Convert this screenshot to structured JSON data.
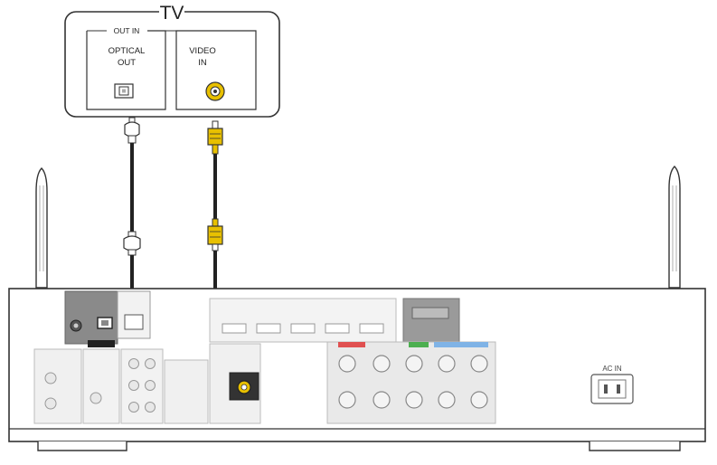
{
  "tv": {
    "title": "TV",
    "group_label": "OUT IN",
    "optical_label_line1": "OPTICAL",
    "optical_label_line2": "OUT",
    "video_label_line1": "VIDEO",
    "video_label_line2": "IN"
  },
  "receiver": {
    "ac_in_label": "AC IN"
  },
  "colors": {
    "outline": "#333333",
    "cable": "#222222",
    "rca_yellow": "#e8c000",
    "panel_gray": "#8a8a8a",
    "panel_light": "#dcdcdc",
    "red_tag": "#e05050",
    "green_tag": "#4caf50",
    "blue_tag": "#7fb3e6"
  }
}
